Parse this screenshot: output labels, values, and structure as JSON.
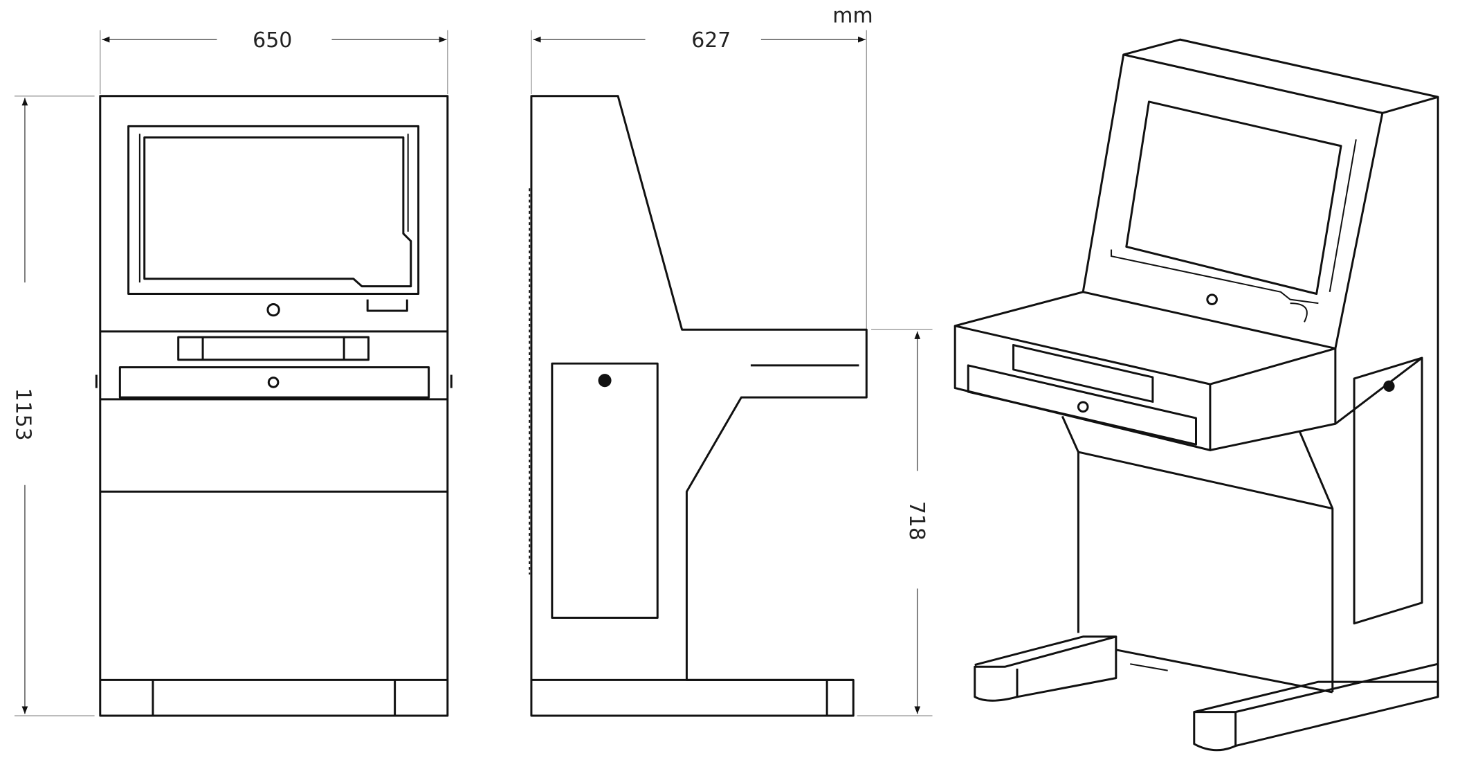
{
  "unit": "mm",
  "dimensions": {
    "front_width": "650",
    "side_depth": "627",
    "total_height": "1153",
    "desk_height": "718"
  },
  "views": [
    "front-view",
    "side-view",
    "isometric-view"
  ]
}
